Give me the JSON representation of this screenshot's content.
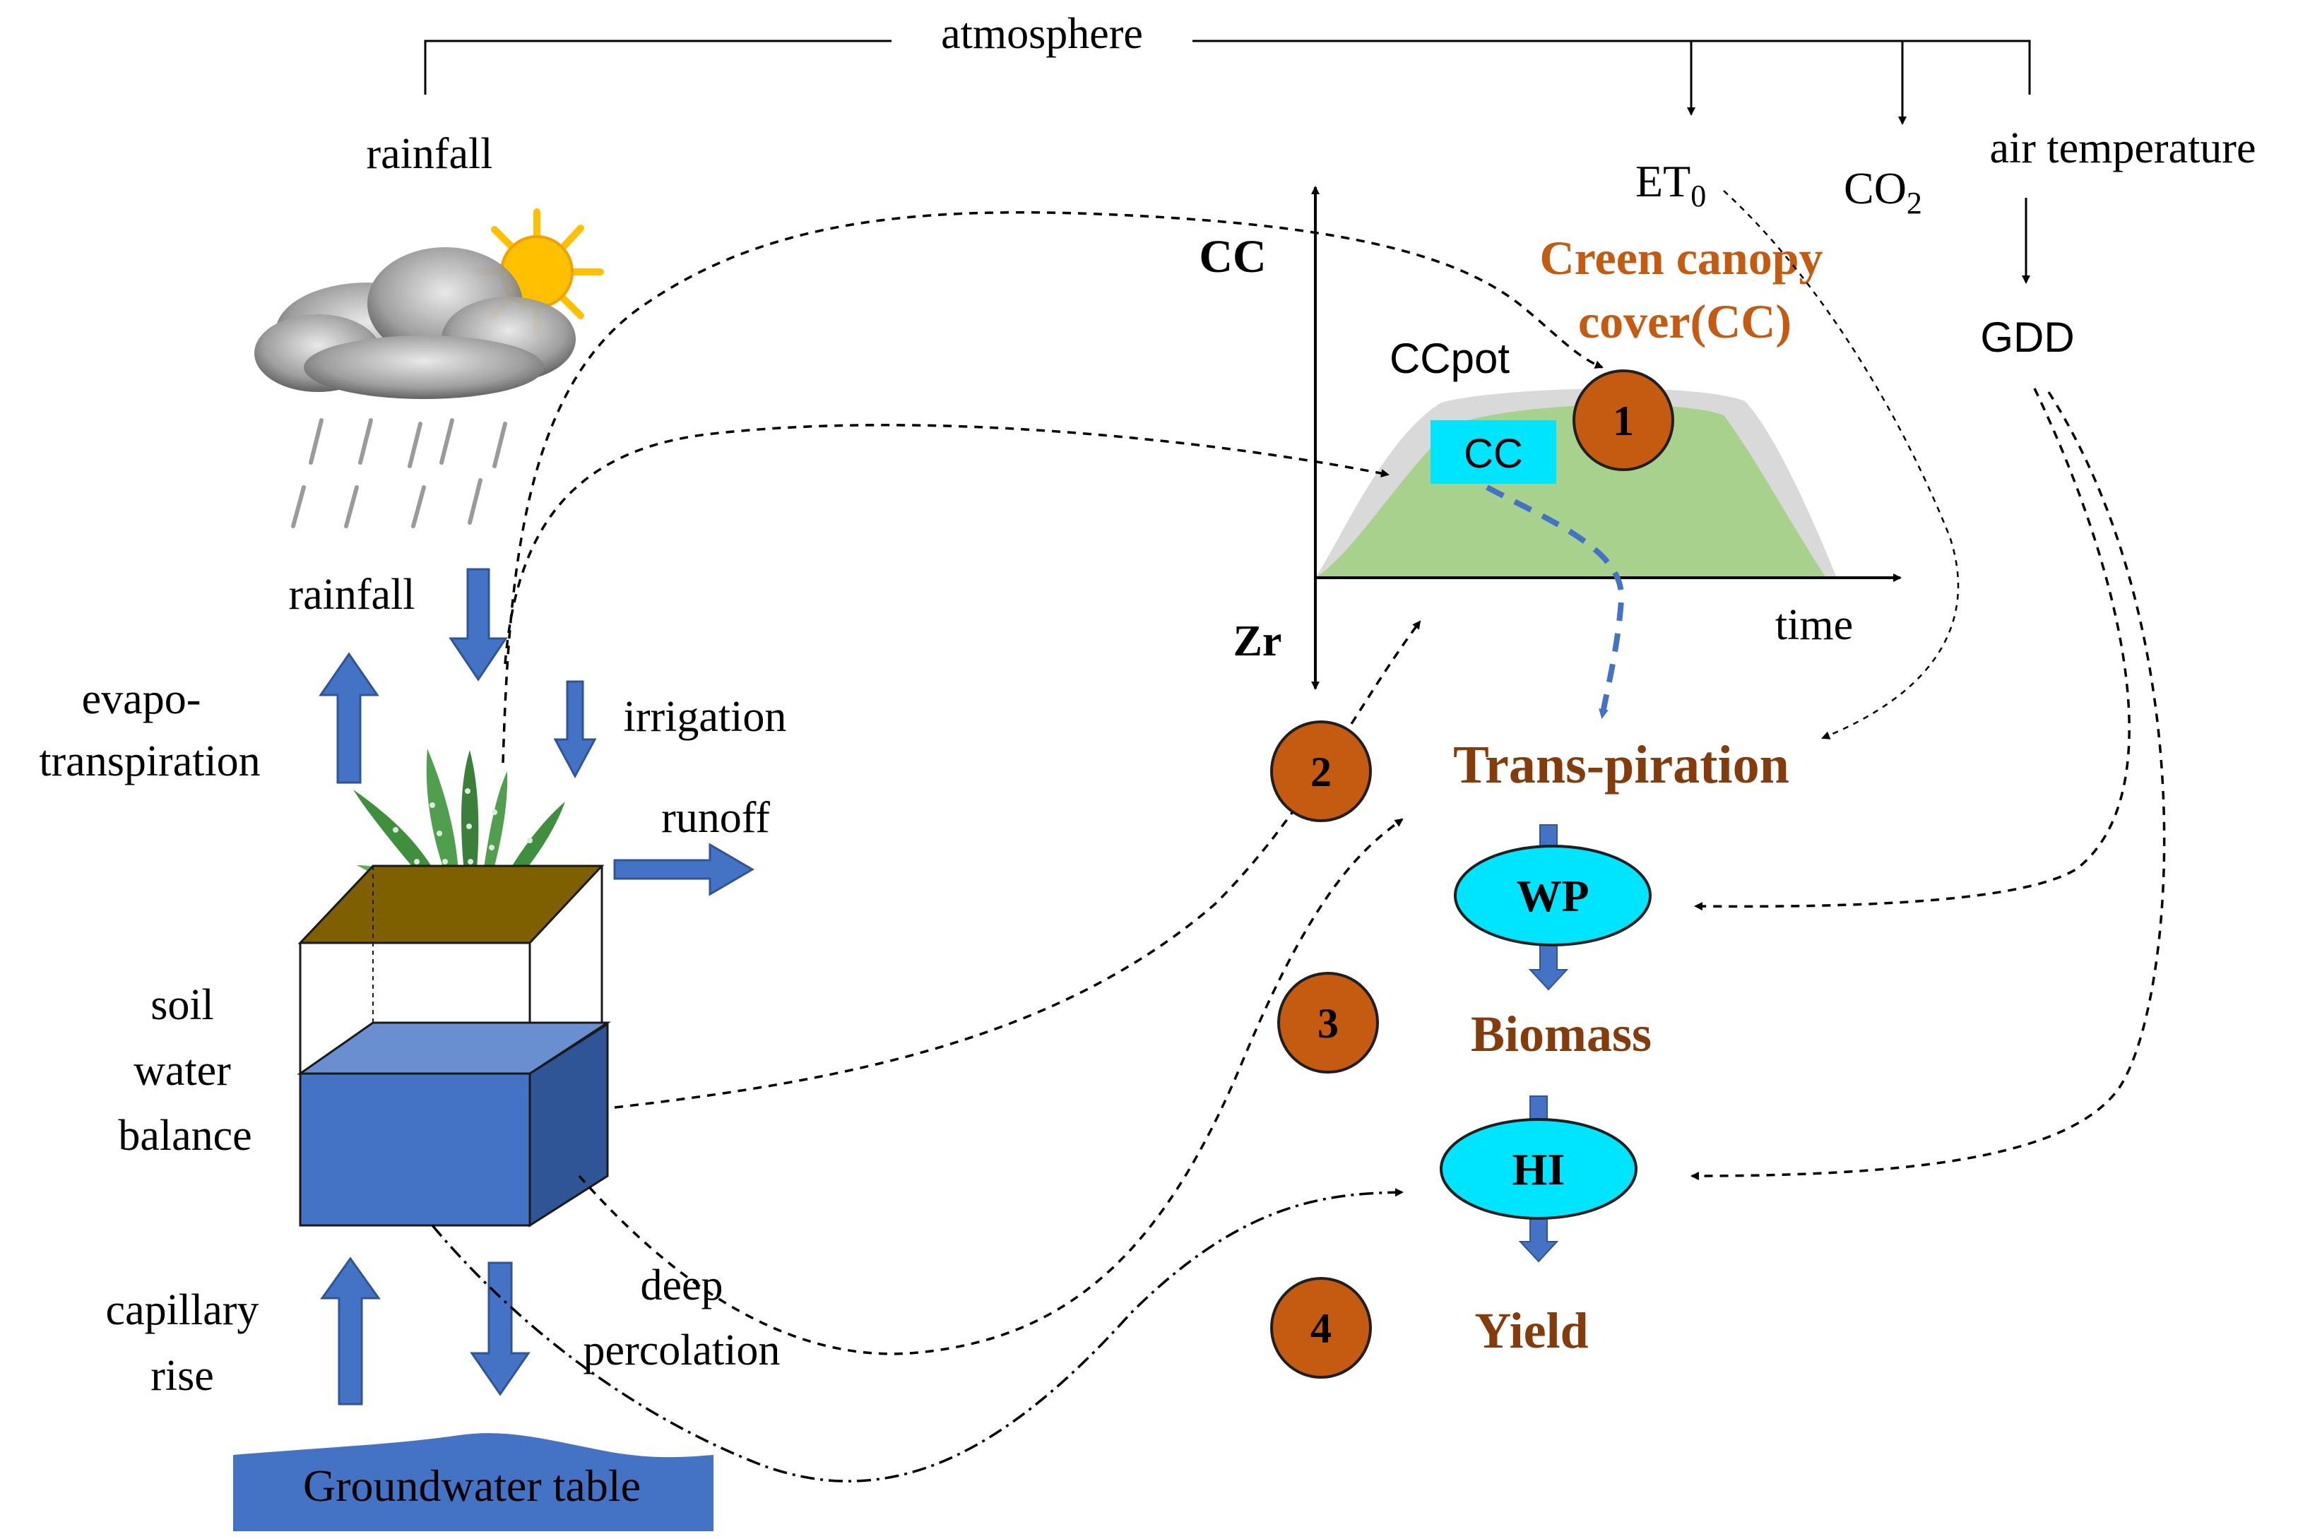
{
  "top": {
    "atmosphere": "atmosphere",
    "rainfall_top": "rainfall",
    "et0_main": "ET",
    "et0_sub": "0",
    "co2_main": "CO",
    "co2_sub": "2",
    "air_temperature": "air temperature",
    "gdd": "GDD"
  },
  "left": {
    "rainfall": "rainfall",
    "evapo_line1": "evapo-",
    "evapo_line2": "transpiration",
    "irrigation": "irrigation",
    "runoff": "runoff",
    "soil_line1": "soil",
    "soil_line2": "water",
    "soil_line3": "balance",
    "capillary_line1": "capillary",
    "capillary_line2": "rise",
    "deep_line1": "deep",
    "deep_line2": "percolation",
    "groundwater": "Groundwater table"
  },
  "canopy": {
    "axis_cc": "CC",
    "axis_zr": "Zr",
    "axis_time": "time",
    "ccpot": "CCpot",
    "cc_box": "CC",
    "title_line1": "Creen canopy",
    "title_line2": "cover(CC)"
  },
  "flow": {
    "transpiration": "Trans-piration",
    "wp": "WP",
    "biomass": "Biomass",
    "hi": "HI",
    "yield": "Yield"
  },
  "steps": [
    "1",
    "2",
    "3",
    "4"
  ],
  "colors": {
    "arrow_blue": "#4472c4",
    "water_front": "#4472c4",
    "water_top": "#6a8fd0",
    "water_side": "#2f5597",
    "soil_brown": "#7f6000",
    "canopy_green": "#a9d18e",
    "canopy_grey": "#d9d9d9",
    "cyan": "#00e5ff",
    "step_circle": "#c55a11",
    "title_orange": "#c55a11",
    "flow_brown": "#843c0c"
  }
}
